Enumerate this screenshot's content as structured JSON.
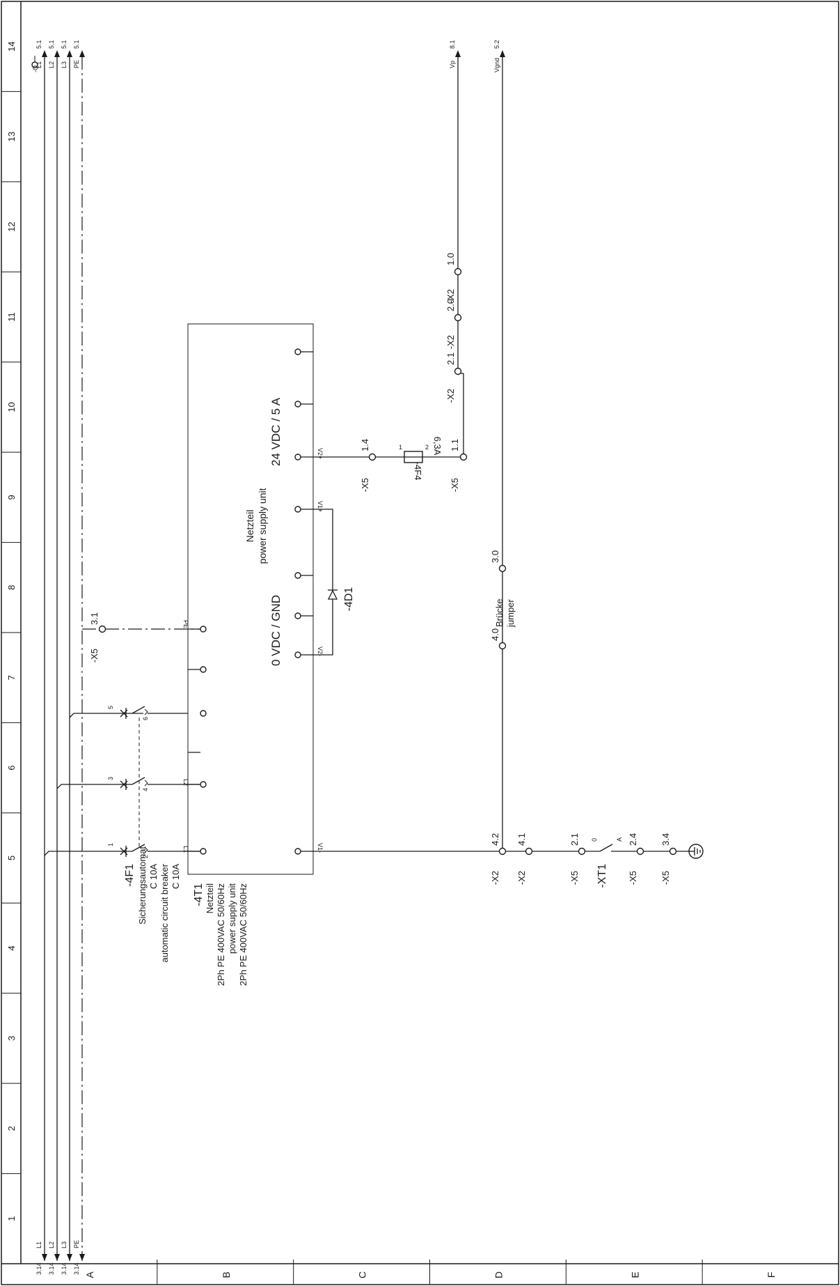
{
  "border": {
    "column_numbers": [
      "1",
      "2",
      "3",
      "4",
      "5",
      "6",
      "7",
      "8",
      "9",
      "10",
      "11",
      "12",
      "13",
      "14"
    ],
    "row_letters": [
      "A",
      "B",
      "C",
      "D",
      "E",
      "F"
    ]
  },
  "bus": {
    "left": {
      "labels": [
        "L1",
        "L2",
        "L3",
        "PE"
      ],
      "refs": [
        "3.14",
        "3.14",
        "3.14",
        "3.14"
      ]
    },
    "right": {
      "labels": [
        "L1",
        "L2",
        "L3",
        "PE"
      ],
      "refs": [
        "5.1",
        "5.1",
        "5.1",
        "5.1"
      ],
      "prefix": "-Q"
    }
  },
  "breaker": {
    "tag": "-4F1",
    "desc_de": "Sicherungsautomat",
    "rating_de": "C 10A",
    "desc_en": "automatic circuit breaker",
    "rating_en": "C 10A",
    "pins": [
      "1",
      "2",
      "3",
      "4",
      "5",
      "6"
    ]
  },
  "pe_terminal": {
    "tag": "-X5",
    "num": "3.1"
  },
  "psu": {
    "tag": "-4T1",
    "desc_de": "Netzteil",
    "spec_de": "2Ph PE 400VAC 50/60Hz",
    "desc_en": "power supply unit",
    "spec_en": "2Ph PE 400VAC 50/60Hz",
    "title_de": "Netzteil",
    "title_en": "power supply unit",
    "out_pos": "24 VDC / 5 A",
    "out_neg": "0 VDC / GND",
    "pin_l1": "L1",
    "pin_l2": "L2",
    "pin_pe": "PE",
    "pin_v1m": "V1-",
    "pin_v2m": "V2-",
    "pin_v1p": "V1+",
    "pin_v2p": "V2+"
  },
  "diode": {
    "tag": "-4D1"
  },
  "fuse": {
    "tag": "-4F4",
    "rating": "6,3A",
    "pin1": "1",
    "pin2": "2"
  },
  "terminals": {
    "x5_14": {
      "tag": "-X5",
      "num": "1.4"
    },
    "x5_11": {
      "tag": "-X5",
      "num": "1.1"
    },
    "x2_21": {
      "tag": "-X2",
      "num": "2.1"
    },
    "x2_20": {
      "tag": "-X2",
      "num": "2.0"
    },
    "x2_10": {
      "tag": "-X2",
      "num": "1.0"
    },
    "x2_30": {
      "num": "3.0"
    },
    "x2_40": {
      "num": "4.0"
    },
    "x2_42": {
      "tag": "-X2",
      "num": "4.2"
    },
    "x2_41": {
      "tag": "-X2",
      "num": "4.1"
    },
    "x5_21": {
      "tag": "-X5",
      "num": "2.1"
    },
    "x5_24": {
      "tag": "-X5",
      "num": "2.4"
    },
    "x5_34": {
      "tag": "-X5",
      "num": "3.4"
    }
  },
  "jumper": {
    "de": "Brücke",
    "en": "jumper"
  },
  "switch": {
    "tag": "-XT1",
    "pin_0": "0",
    "pin_a": "A"
  },
  "outputs": {
    "vp": {
      "label": "Vp",
      "ref": "8.1"
    },
    "vgnd": {
      "label": "Vgnd",
      "ref": "5.2"
    }
  }
}
